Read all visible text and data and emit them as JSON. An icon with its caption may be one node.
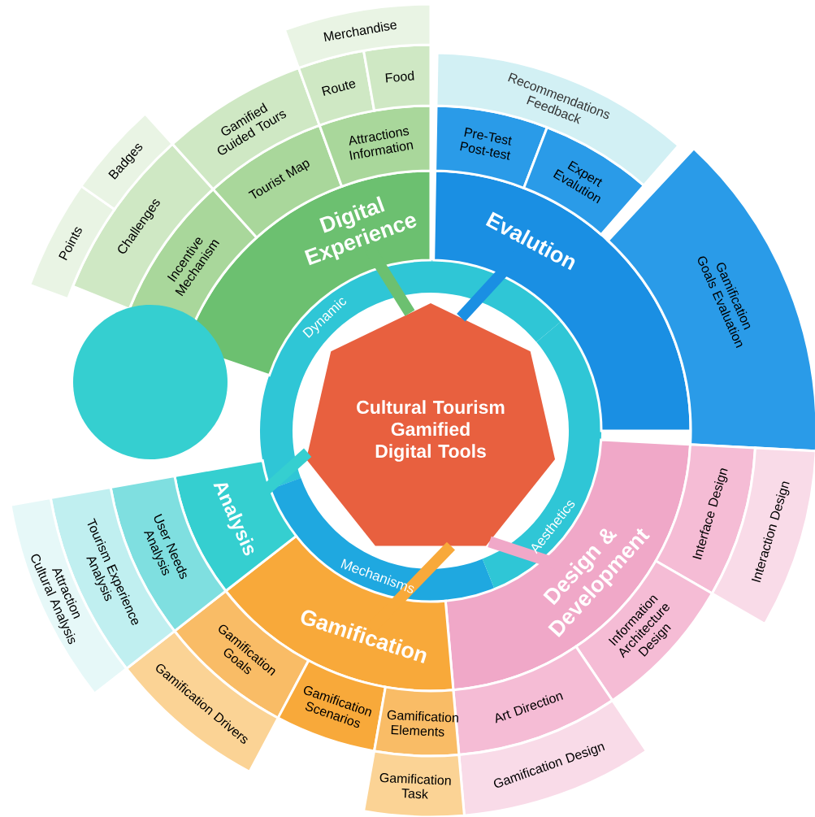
{
  "diagram": {
    "nodes": [
      {
        "text": [
          "Cultural Tourism Gamified Digital Tools"
        ]
      },
      {
        "text": [
          "Digital Experience"
        ]
      },
      {
        "text": [
          "Incentive Mechanism"
        ]
      },
      {
        "text": [
          "Tourist Map"
        ]
      },
      {
        "text": [
          "Attractions Information"
        ]
      },
      {
        "text": [
          "Challenges"
        ]
      },
      {
        "text": [
          "Gamified Guided Tours"
        ]
      },
      {
        "text": [
          "Route"
        ]
      },
      {
        "text": [
          "Food"
        ]
      },
      {
        "text": [
          "Points"
        ]
      },
      {
        "text": [
          "Badges"
        ]
      },
      {
        "text": [
          "Merchandise"
        ]
      },
      {
        "text": [
          "Evalution"
        ]
      },
      {
        "text": [
          "Pre-Test Post-test"
        ]
      },
      {
        "text": [
          "Expert Evalution"
        ]
      },
      {
        "text": [
          "Gamification Goals Evaluation"
        ]
      },
      {
        "text": [
          "Recommendations Feedback"
        ]
      },
      {
        "text": [
          "Design & Development"
        ]
      },
      {
        "text": [
          "Interface Design"
        ]
      },
      {
        "text": [
          "Information Architecture Design"
        ]
      },
      {
        "text": [
          "Art Direction"
        ]
      },
      {
        "text": [
          "Interaction Design"
        ]
      },
      {
        "text": [
          "Gamification Design"
        ]
      },
      {
        "text": [
          "Gamification"
        ]
      },
      {
        "text": [
          "Gamification Goals"
        ]
      },
      {
        "text": [
          "Gamification Scenarios"
        ]
      },
      {
        "text": [
          "Gamification Elements"
        ]
      },
      {
        "text": [
          "Gamification Drivers"
        ]
      },
      {
        "text": [
          "Gamification Task"
        ]
      },
      {
        "text": [
          "Analysis"
        ]
      },
      {
        "text": [
          "User Needs Analysis"
        ]
      },
      {
        "text": [
          "Tourism Experience Analysis"
        ]
      },
      {
        "text": [
          "Attraction Cultural Analysis"
        ]
      },
      {
        "text": [],
        "shape": "circle"
      }
    ],
    "edges": [
      {
        "from": 0,
        "to": 1,
        "arrow": "none",
        "color": "#6cc070"
      },
      {
        "from": 0,
        "to": 12,
        "arrow": "none",
        "color": "#1a8fe3"
      },
      {
        "from": 0,
        "to": 17,
        "arrow": "none",
        "color": "#f0a8c8"
      },
      {
        "from": 0,
        "to": 23,
        "arrow": "none",
        "color": "#f8a93a"
      },
      {
        "from": 0,
        "to": 29,
        "arrow": "none",
        "color": "#35cfd0"
      }
    ],
    "labels": [
      "Dynamic",
      "Mechanisms",
      "Aesthetics"
    ]
  }
}
